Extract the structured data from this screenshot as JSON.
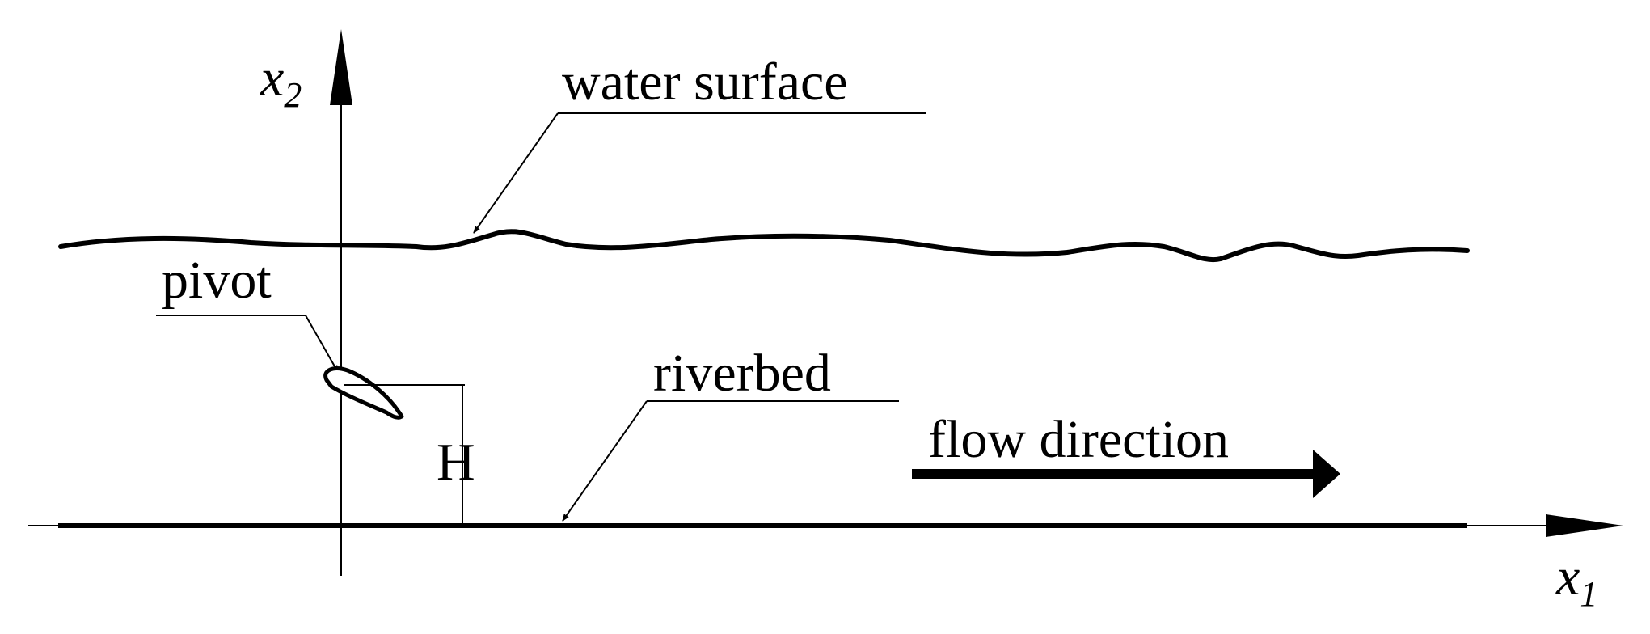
{
  "diagram": {
    "axes": {
      "x_label_base": "x",
      "x_label_sub": "1",
      "y_label_base": "x",
      "y_label_sub": "2"
    },
    "labels": {
      "water_surface": "water surface",
      "pivot": "pivot",
      "riverbed": "riverbed",
      "height": "H",
      "flow_direction": "flow direction"
    },
    "colors": {
      "ink": "#000000",
      "background": "#ffffff"
    }
  }
}
